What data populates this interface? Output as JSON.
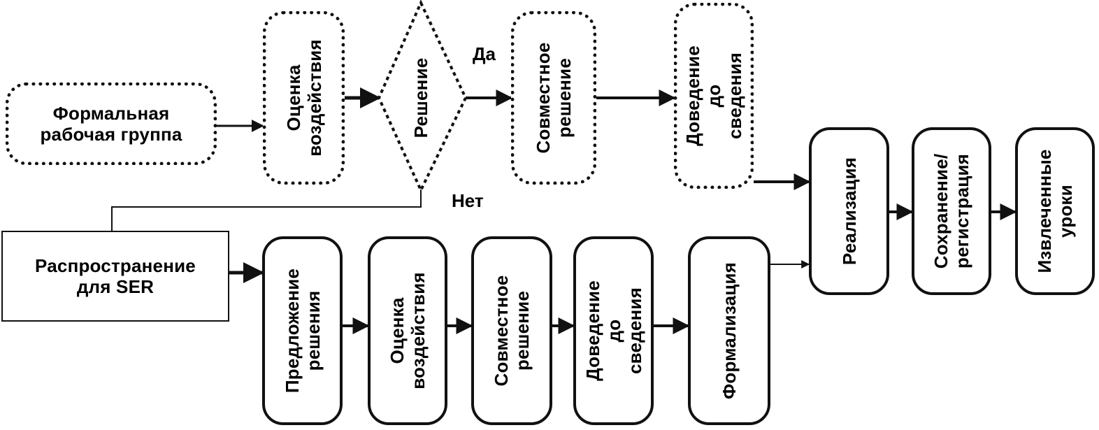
{
  "nodes": {
    "formal_group": "Формальная\nрабочая группа",
    "top_impact": "Оценка\nвоздействия",
    "decision": "Решение",
    "top_joint": "Совместное\nрешение",
    "top_inform": "Доведение до\nсведения",
    "dissemination": "Распространение\nдля SER",
    "proposal": "Предложение\nрешения",
    "bottom_impact": "Оценка\nвоздействия",
    "bottom_joint": "Совместное\nрешение",
    "bottom_inform": "Доведение до\nсведения",
    "formalization": "Формализация",
    "implementation": "Реализация",
    "saving": "Сохранение/\nрегистрация",
    "lessons": "Извлеченные\nуроки"
  },
  "edge_labels": {
    "yes": "Да",
    "no": "Нет"
  },
  "colors": {
    "stroke": "#111111",
    "background": "#ffffff"
  }
}
